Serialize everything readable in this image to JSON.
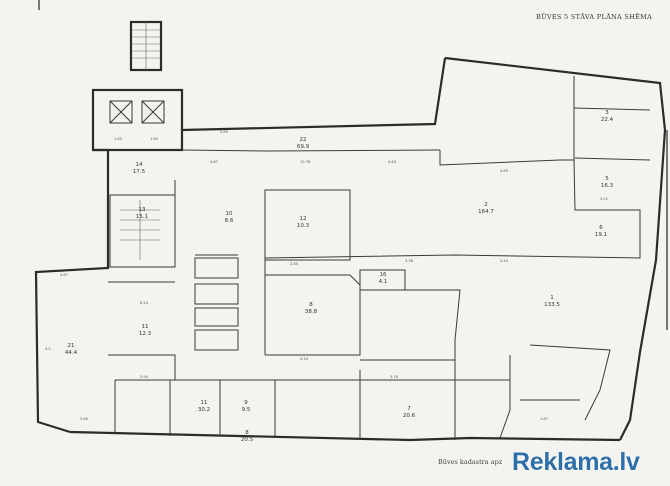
{
  "sheet": {
    "title": "BŪVES 5 STĀVA PLĀNA SHĒMA",
    "footer_note": "Būves kadastra apz",
    "watermark": "Reklama.lv"
  },
  "rooms": [
    {
      "id": "22",
      "area": "69.9"
    },
    {
      "id": "14",
      "area": "17.5"
    },
    {
      "id": "13",
      "area": "15.1"
    },
    {
      "id": "12",
      "area": "10.3"
    },
    {
      "id": "2",
      "area": "164.7"
    },
    {
      "id": "3",
      "area": "22.4"
    },
    {
      "id": "5",
      "area": "16.3"
    },
    {
      "id": "6",
      "area": "19.1"
    },
    {
      "id": "16",
      "area": "4.1"
    },
    {
      "id": "10",
      "area": "8.6"
    },
    {
      "id": "11",
      "area": "12.3"
    },
    {
      "id": "8",
      "area": "38.8"
    },
    {
      "id": "1",
      "area": "133.5"
    },
    {
      "id": "21",
      "area": "44.4"
    },
    {
      "id": "11",
      "area": "30.2"
    },
    {
      "id": "9",
      "area": "9.5"
    },
    {
      "id": "8",
      "area": "20.5"
    },
    {
      "id": "7",
      "area": "20.6"
    }
  ],
  "colors": {
    "paper": "#f4f3ef",
    "ink": "#2b2b2b",
    "watermark": "#2f6fa8"
  }
}
